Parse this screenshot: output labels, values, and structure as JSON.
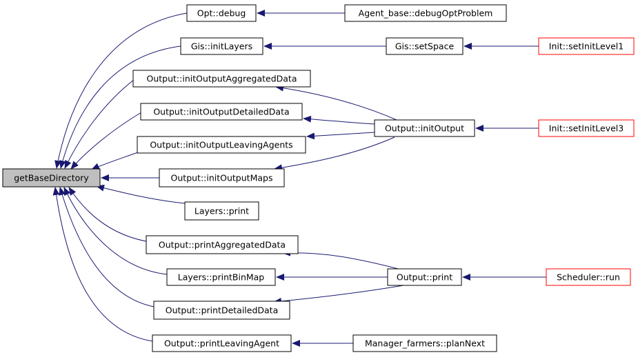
{
  "colors": {
    "edge": "#191970",
    "box_border": "#000000",
    "root_fill": "#bfbfbf",
    "external_border": "#ff0000",
    "box_fill": "#ffffff"
  },
  "nodes": {
    "getBaseDirectory": "getBaseDirectory",
    "opt_debug": "Opt::debug",
    "agent_base_debugOptProblem": "Agent_base::debugOptProblem",
    "gis_initLayers": "Gis::initLayers",
    "gis_setSpace": "Gis::setSpace",
    "init_setInitLevel1": "Init::setInitLevel1",
    "output_initOutputAggregatedData": "Output::initOutputAggregatedData",
    "output_initOutputDetailedData": "Output::initOutputDetailedData",
    "output_initOutput": "Output::initOutput",
    "init_setInitLevel3": "Init::setInitLevel3",
    "output_initOutputLeavingAgents": "Output::initOutputLeavingAgents",
    "output_initOutputMaps": "Output::initOutputMaps",
    "layers_print": "Layers::print",
    "output_printAggregatedData": "Output::printAggregatedData",
    "layers_printBinMap": "Layers::printBinMap",
    "output_print": "Output::print",
    "scheduler_run": "Scheduler::run",
    "output_printDetailedData": "Output::printDetailedData",
    "output_printLeavingAgent": "Output::printLeavingAgent",
    "manager_farmers_planNext": "Manager_farmers::planNext"
  }
}
